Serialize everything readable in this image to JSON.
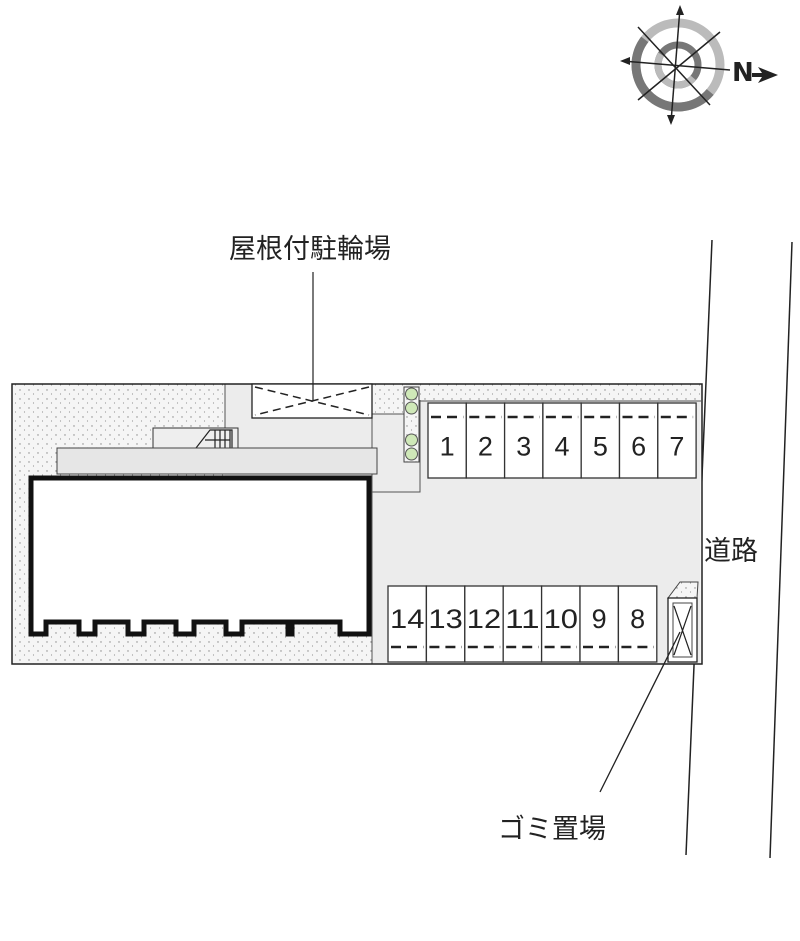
{
  "labels": {
    "bike_parking": "屋根付駐輪場",
    "road": "道路",
    "garbage": "ゴミ置場",
    "north": "N"
  },
  "parking": {
    "top_row": [
      "1",
      "2",
      "3",
      "4",
      "5",
      "6",
      "7"
    ],
    "bottom_row": [
      "14",
      "13",
      "12",
      "11",
      "10",
      "9",
      "8"
    ]
  },
  "colors": {
    "paved": "#ececec",
    "vegetation": "#f4f4f4",
    "hedge": "#cfe8b8",
    "line": "#222222"
  }
}
